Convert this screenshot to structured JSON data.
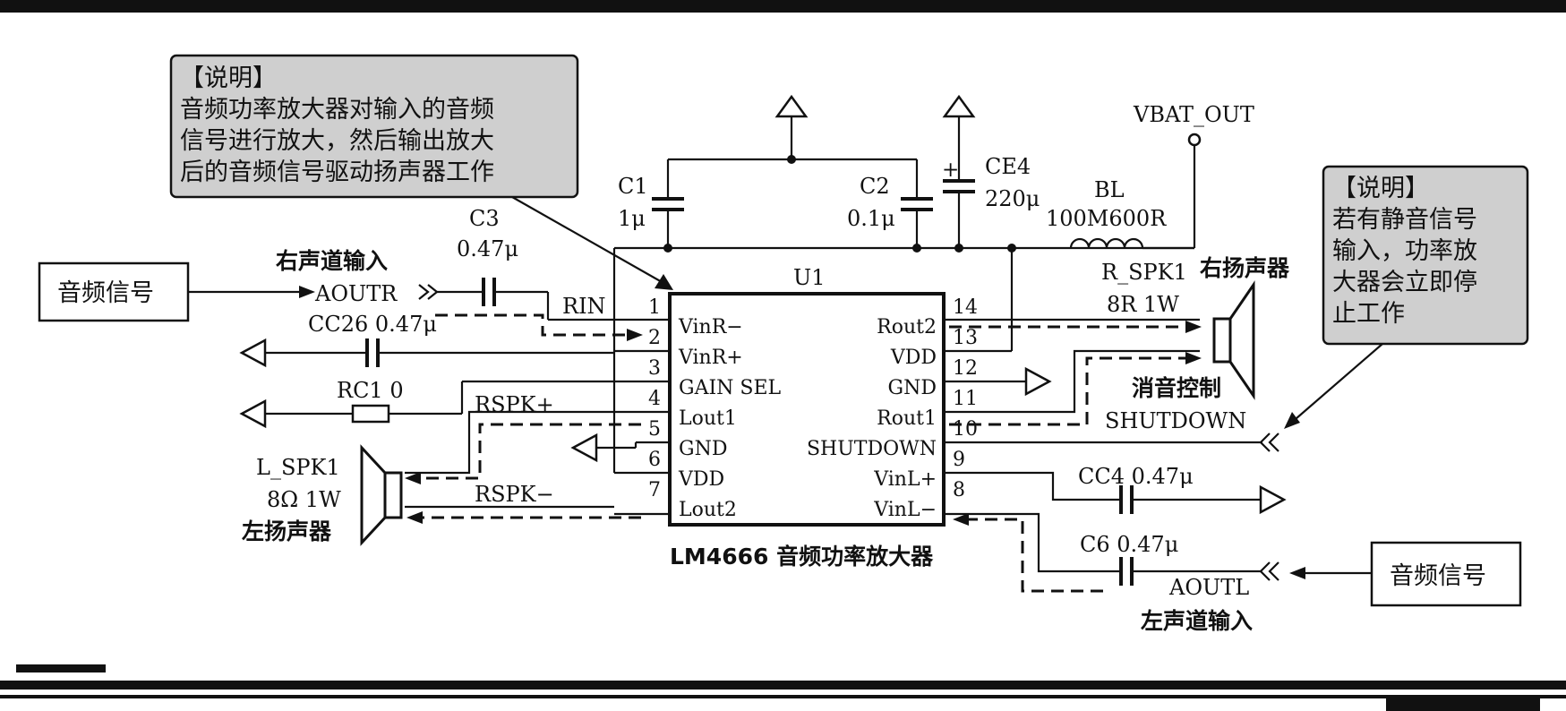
{
  "notes": {
    "left": {
      "title": "【说明】",
      "lines": [
        "音频功率放大器对输入的音频",
        "信号进行放大，然后输出放大",
        "后的音频信号驱动扬声器工作"
      ]
    },
    "right": {
      "title": "【说明】",
      "lines": [
        "若有静音信号",
        "输入，功率放",
        "大器会立即停",
        "止工作"
      ]
    }
  },
  "ic": {
    "ref": "U1",
    "caption": "LM4666 音频功率放大器",
    "left_pins": [
      {
        "num": "1",
        "name": "VinR−"
      },
      {
        "num": "2",
        "name": "VinR+"
      },
      {
        "num": "3",
        "name": "GAIN SEL"
      },
      {
        "num": "4",
        "name": "Lout1"
      },
      {
        "num": "5",
        "name": "GND"
      },
      {
        "num": "6",
        "name": "VDD"
      },
      {
        "num": "7",
        "name": "Lout2"
      }
    ],
    "right_pins": [
      {
        "num": "14",
        "name": "Rout2"
      },
      {
        "num": "13",
        "name": "VDD"
      },
      {
        "num": "12",
        "name": "GND"
      },
      {
        "num": "11",
        "name": "Rout1"
      },
      {
        "num": "10",
        "name": "SHUTDOWN"
      },
      {
        "num": "9",
        "name": "VinL+"
      },
      {
        "num": "8",
        "name": "VinL−"
      }
    ]
  },
  "components": {
    "c1": {
      "ref": "C1",
      "value": "1μ"
    },
    "c2": {
      "ref": "C2",
      "value": "0.1μ"
    },
    "ce4": {
      "ref": "CE4",
      "value": "220μ"
    },
    "bl": {
      "ref": "BL",
      "value": "100M600R"
    },
    "vbat": {
      "label": "VBAT_OUT"
    },
    "c3": {
      "ref": "C3",
      "value": "0.47μ"
    },
    "cc26": {
      "label": "CC26 0.47μ"
    },
    "rc1": {
      "label": "RC1 0"
    },
    "cc4": {
      "label": "CC4 0.47μ"
    },
    "c6": {
      "label": "C6 0.47μ"
    },
    "r_spk": {
      "ref": "R_SPK1",
      "value": "8R 1W",
      "name": "右扬声器"
    },
    "l_spk": {
      "ref": "L_SPK1",
      "value": "8Ω 1W",
      "name": "左扬声器"
    }
  },
  "nets": {
    "rin": "RIN",
    "rspk_plus": "RSPK+",
    "rspk_minus": "RSPK−",
    "aoutr": "AOUTR",
    "aoutl": "AOUTL",
    "right_input": "右声道输入",
    "left_input": "左声道输入",
    "mute_cn": "消音控制",
    "shutdown": "SHUTDOWN"
  },
  "signals": {
    "left_box": "音频信号",
    "right_box": "音频信号"
  },
  "colors": {
    "line": "#111111",
    "note_fill": "#cfcfcf",
    "background": "#ffffff"
  }
}
